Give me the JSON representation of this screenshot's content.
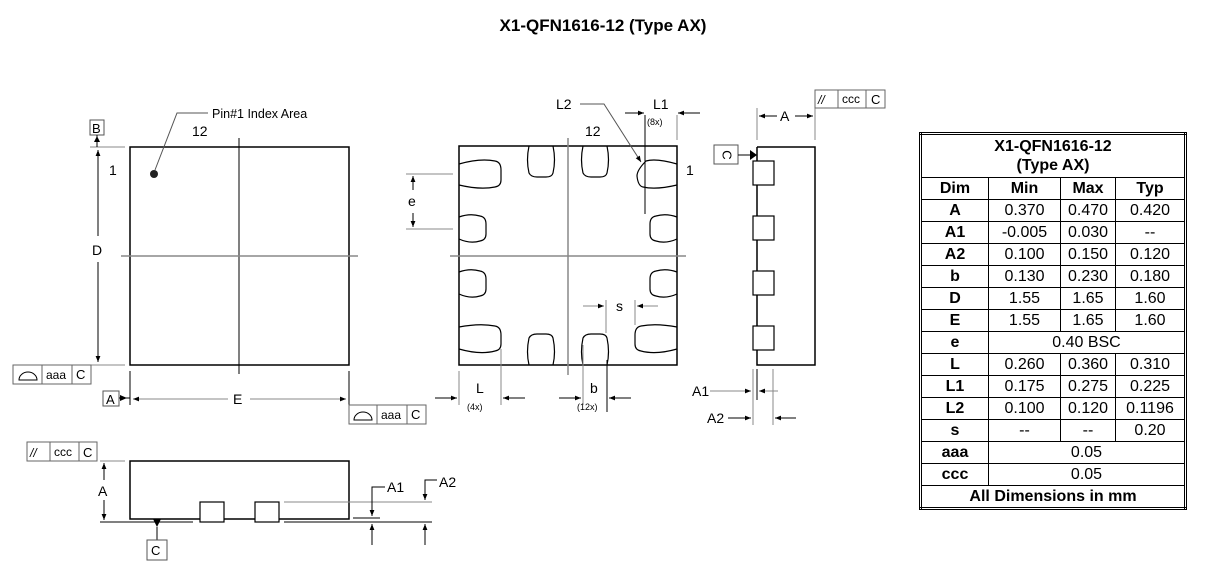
{
  "title": "X1-QFN1616-12 (Type AX)",
  "top_view": {
    "pin1_label": "Pin#1 Index Area",
    "pin12": "12",
    "pin1": "1",
    "datum_b": "B",
    "datum_a": "A",
    "dim_d": "D",
    "dim_e": "E",
    "fcf_left": {
      "symbol": "profile-of-surface",
      "tolerance": "aaa",
      "datum": "C"
    },
    "fcf_right": {
      "symbol": "profile-of-surface",
      "tolerance": "aaa",
      "datum": "C"
    }
  },
  "bottom_view": {
    "pin12": "12",
    "pin1": "1",
    "dim_l2": "L2",
    "dim_l1": "L1",
    "dim_l1_count": "(8x)",
    "dim_e": "e",
    "dim_s": "s",
    "dim_l": "L",
    "dim_l_count": "(4x)",
    "dim_b": "b",
    "dim_b_count": "(12x)"
  },
  "side_view_right": {
    "dim_a": "A",
    "datum_c": "C",
    "dim_a1": "A1",
    "dim_a2": "A2",
    "fcf": {
      "symbol": "parallelism",
      "tolerance": "ccc",
      "datum": "C"
    }
  },
  "side_view_bottom": {
    "dim_a": "A",
    "dim_a1": "A1",
    "dim_a2": "A2",
    "datum_c": "C",
    "fcf": {
      "symbol": "parallelism",
      "tolerance": "ccc",
      "datum": "C"
    }
  },
  "fcf_symbols": {
    "parallelism": "//"
  },
  "table": {
    "title_line1": "X1-QFN1616-12",
    "title_line2": "(Type AX)",
    "headers": [
      "Dim",
      "Min",
      "Max",
      "Typ"
    ],
    "rows": [
      {
        "dim": "A",
        "min": "0.370",
        "max": "0.470",
        "typ": "0.420"
      },
      {
        "dim": "A1",
        "min": "-0.005",
        "max": "0.030",
        "typ": "--"
      },
      {
        "dim": "A2",
        "min": "0.100",
        "max": "0.150",
        "typ": "0.120"
      },
      {
        "dim": "b",
        "min": "0.130",
        "max": "0.230",
        "typ": "0.180"
      },
      {
        "dim": "D",
        "min": "1.55",
        "max": "1.65",
        "typ": "1.60"
      },
      {
        "dim": "E",
        "min": "1.55",
        "max": "1.65",
        "typ": "1.60"
      },
      {
        "dim": "e",
        "span": "0.40 BSC"
      },
      {
        "dim": "L",
        "min": "0.260",
        "max": "0.360",
        "typ": "0.310"
      },
      {
        "dim": "L1",
        "min": "0.175",
        "max": "0.275",
        "typ": "0.225"
      },
      {
        "dim": "L2",
        "min": "0.100",
        "max": "0.120",
        "typ": "0.1196"
      },
      {
        "dim": "s",
        "min": "--",
        "max": "--",
        "typ": "0.20"
      },
      {
        "dim": "aaa",
        "span": "0.05"
      },
      {
        "dim": "ccc",
        "span": "0.05"
      }
    ],
    "footer": "All Dimensions in mm"
  }
}
